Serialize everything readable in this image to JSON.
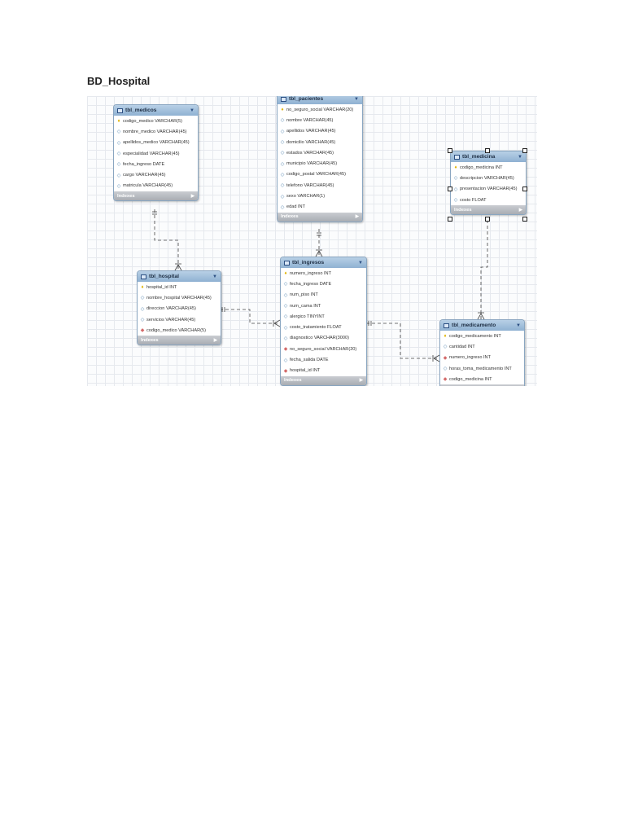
{
  "page": {
    "title": "BD_Hospital"
  },
  "footer_label": "Indexes",
  "marker_icons": {
    "pk": "key-icon",
    "attr": "diamond-outline-icon",
    "fk": "diamond-filled-icon"
  },
  "tables": {
    "medicos": {
      "title": "tbl_medicos",
      "columns": [
        {
          "text": "codigo_medico VARCHAR(5)",
          "k": "pk"
        },
        {
          "text": "nombre_medico VARCHAR(45)",
          "k": "attr"
        },
        {
          "text": "apellidos_medico VARCHAR(45)",
          "k": "attr"
        },
        {
          "text": "especialidad VARCHAR(45)",
          "k": "attr"
        },
        {
          "text": "fecha_ingreso DATE",
          "k": "attr"
        },
        {
          "text": "cargo VARCHAR(45)",
          "k": "attr"
        },
        {
          "text": "matricula VARCHAR(45)",
          "k": "attr"
        }
      ]
    },
    "pacientes": {
      "title": "tbl_pacientes",
      "columns": [
        {
          "text": "no_seguro_social VARCHAR(20)",
          "k": "pk"
        },
        {
          "text": "nombre VARCHAR(45)",
          "k": "attr"
        },
        {
          "text": "apellidos VARCHAR(45)",
          "k": "attr"
        },
        {
          "text": "domicilio VARCHAR(45)",
          "k": "attr"
        },
        {
          "text": "estados VARCHAR(45)",
          "k": "attr"
        },
        {
          "text": "municipio VARCHAR(45)",
          "k": "attr"
        },
        {
          "text": "codigo_postal VARCHAR(45)",
          "k": "attr"
        },
        {
          "text": "telefono VARCHAR(45)",
          "k": "attr"
        },
        {
          "text": "sexo VARCHAR(1)",
          "k": "attr"
        },
        {
          "text": "edad INT",
          "k": "attr"
        }
      ]
    },
    "medicina": {
      "title": "tbl_medicina",
      "columns": [
        {
          "text": "codigo_medicina INT",
          "k": "pk"
        },
        {
          "text": "descripcion VARCHAR(45)",
          "k": "attr"
        },
        {
          "text": "presentacion VARCHAR(45)",
          "k": "attr"
        },
        {
          "text": "costo FLOAT",
          "k": "attr"
        }
      ]
    },
    "hospital": {
      "title": "tbl_hospital",
      "columns": [
        {
          "text": "hospital_id INT",
          "k": "pk"
        },
        {
          "text": "nombre_hospital VARCHAR(45)",
          "k": "attr"
        },
        {
          "text": "direccion VARCHAR(45)",
          "k": "attr"
        },
        {
          "text": "servicios VARCHAR(45)",
          "k": "attr"
        },
        {
          "text": "codigo_medico VARCHAR(5)",
          "k": "fk"
        }
      ]
    },
    "ingresos": {
      "title": "tbl_ingresos",
      "columns": [
        {
          "text": "numero_ingreso INT",
          "k": "pk"
        },
        {
          "text": "fecha_ingreso DATE",
          "k": "attr"
        },
        {
          "text": "num_piso INT",
          "k": "attr"
        },
        {
          "text": "num_cama INT",
          "k": "attr"
        },
        {
          "text": "alergico TINYINT",
          "k": "attr"
        },
        {
          "text": "costo_tratamiento FLOAT",
          "k": "attr"
        },
        {
          "text": "diagnostico VARCHAR(3000)",
          "k": "attr"
        },
        {
          "text": "no_seguro_social VARCHAR(20)",
          "k": "fk"
        },
        {
          "text": "fecha_salida DATE",
          "k": "attr"
        },
        {
          "text": "hospital_id INT",
          "k": "fk"
        }
      ]
    },
    "medicamento": {
      "title": "tbl_medicamento",
      "columns": [
        {
          "text": "codigo_medicamento INT",
          "k": "pk"
        },
        {
          "text": "cantidad INT",
          "k": "attr"
        },
        {
          "text": "numero_ingreso INT",
          "k": "fk"
        },
        {
          "text": "horas_toma_medicamento INT",
          "k": "attr"
        },
        {
          "text": "codigo_medicina INT",
          "k": "fk"
        }
      ]
    }
  }
}
